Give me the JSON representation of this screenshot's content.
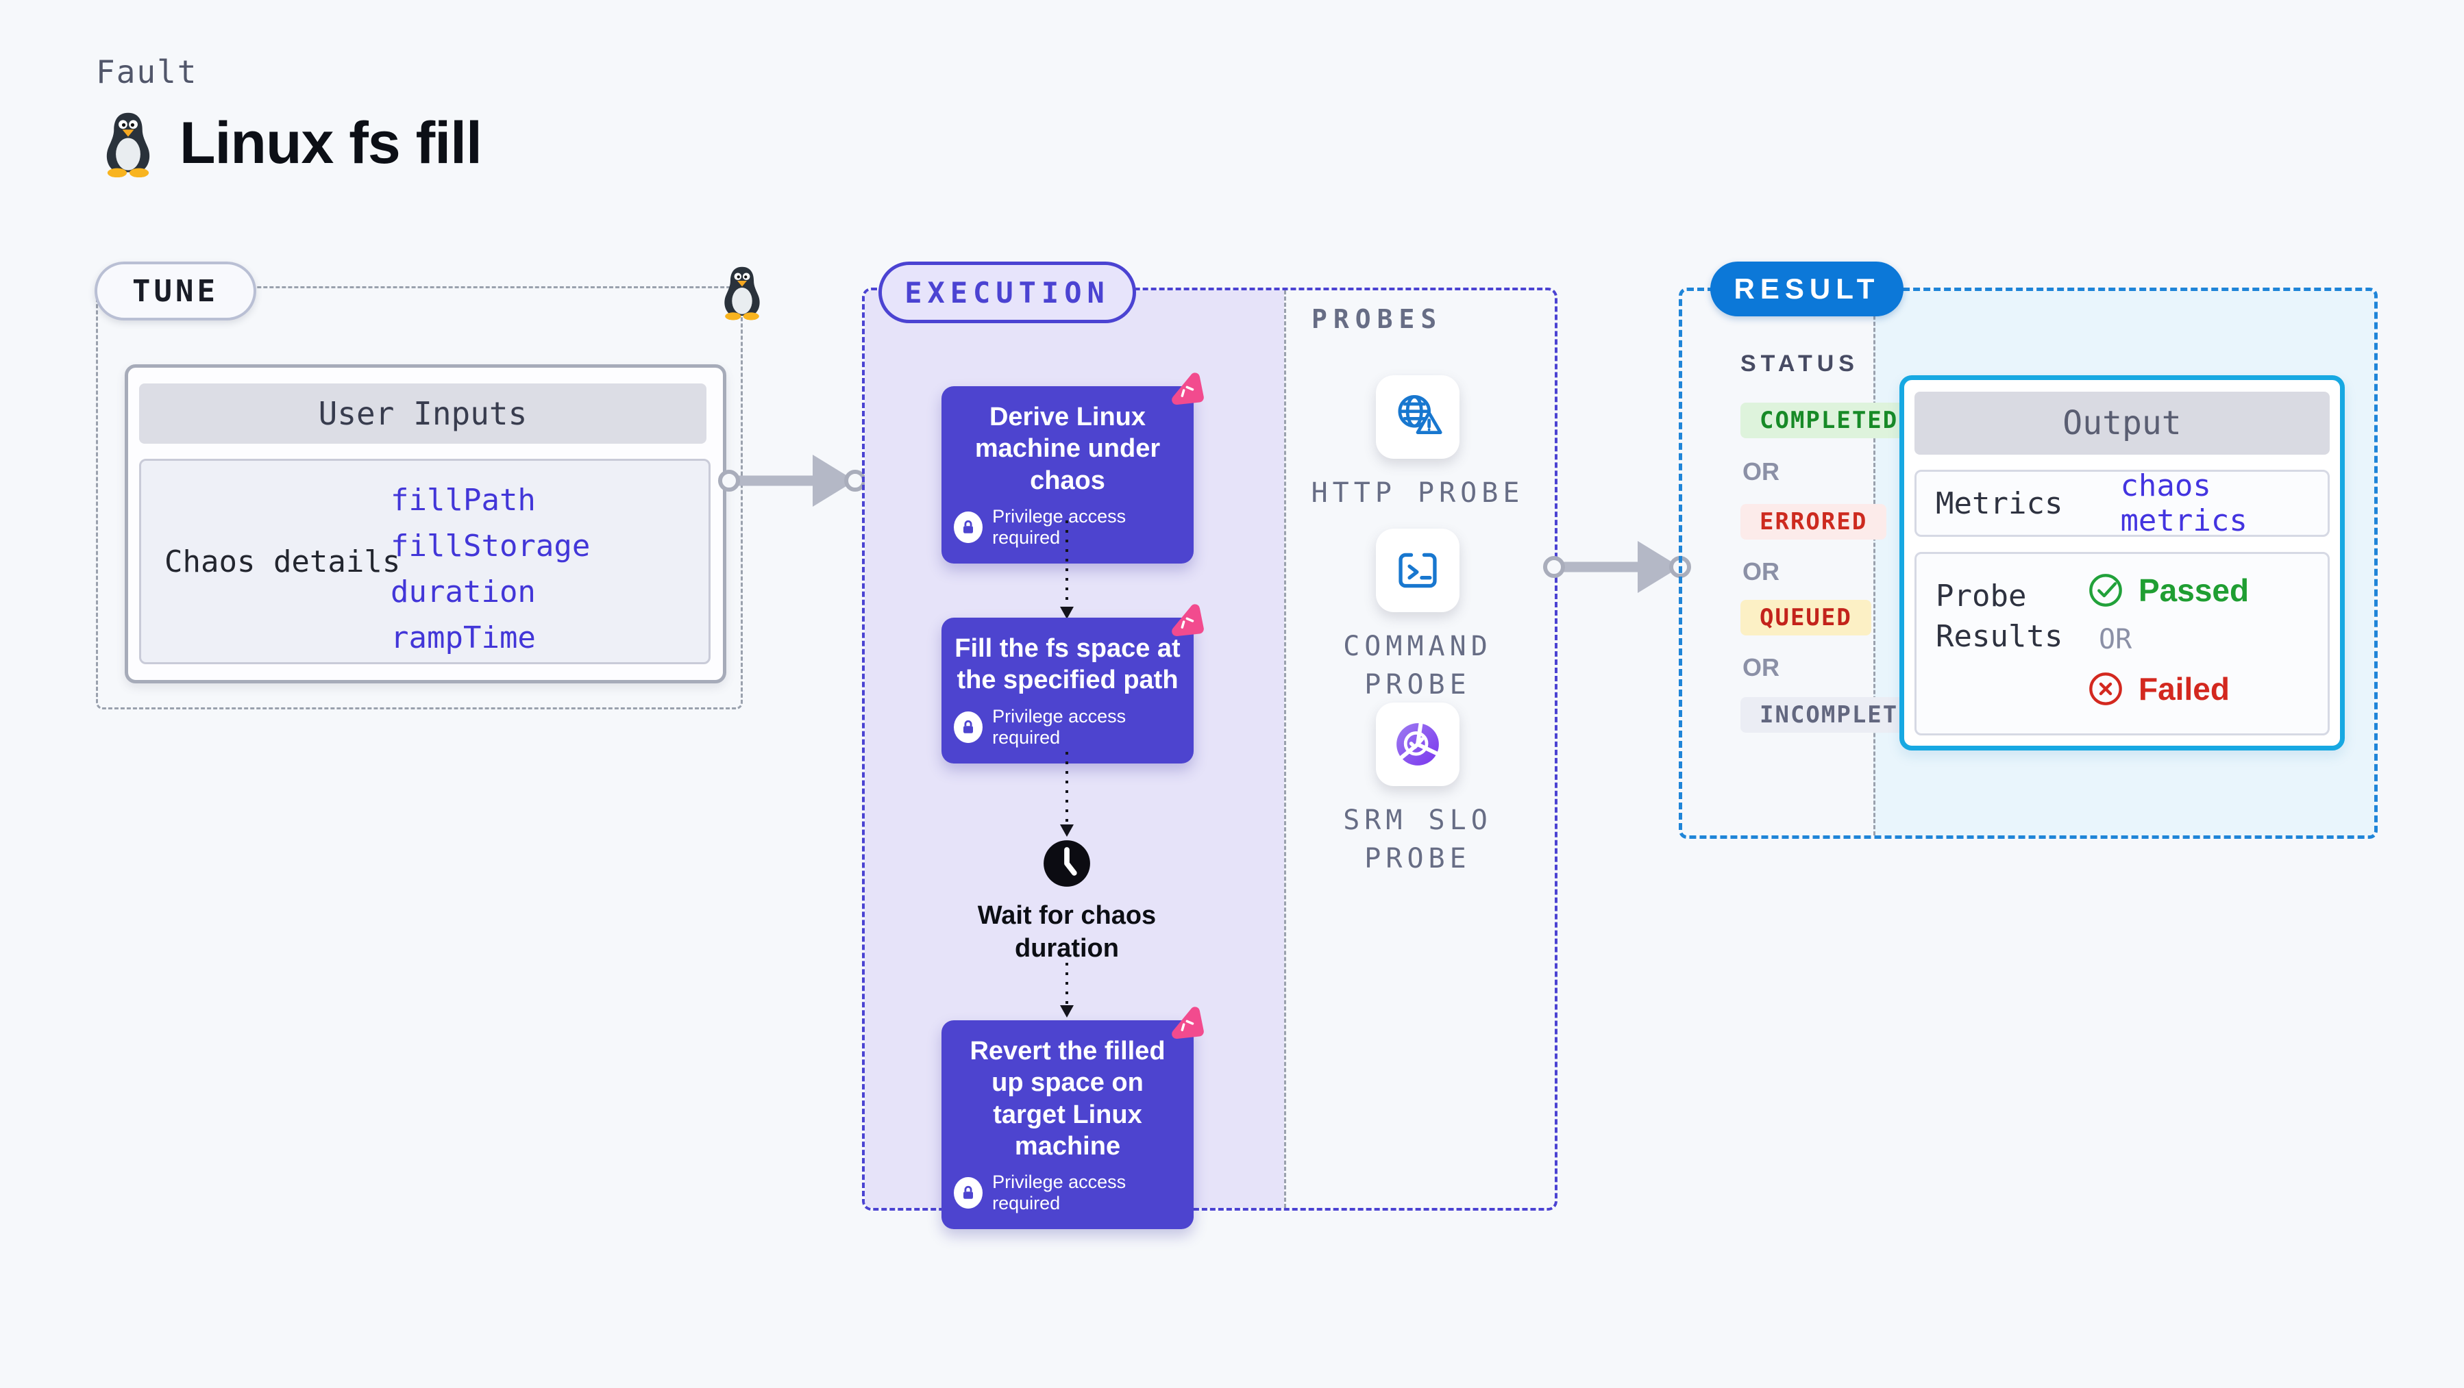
{
  "page": {
    "kicker": "Fault",
    "title": "Linux fs fill"
  },
  "tune": {
    "badge": "TUNE",
    "user_inputs": {
      "title": "User Inputs",
      "row_label": "Chaos details",
      "params": [
        "fillPath",
        "fillStorage",
        "duration",
        "rampTime"
      ]
    }
  },
  "execution": {
    "badge": "EXECUTION",
    "steps": [
      {
        "title": "Derive Linux machine under chaos",
        "note": "Privilege access required"
      },
      {
        "title": "Fill the fs space at the specified path",
        "note": "Privilege access required"
      },
      {
        "title": "Wait for chaos duration"
      },
      {
        "title": "Revert the filled up space on target Linux machine",
        "note": "Privilege access required"
      }
    ]
  },
  "probes": {
    "label": "PROBES",
    "items": [
      {
        "label": "HTTP PROBE",
        "icon": "globe-warning-icon"
      },
      {
        "label": "COMMAND PROBE",
        "icon": "terminal-icon"
      },
      {
        "label": "SRM SLO PROBE",
        "icon": "slo-donut-check-icon"
      }
    ]
  },
  "result": {
    "badge": "RESULT",
    "status": {
      "label": "STATUS",
      "or_label": "OR",
      "badges": [
        {
          "text": "COMPLETED",
          "type": "green"
        },
        {
          "text": "ERRORED",
          "type": "red"
        },
        {
          "text": "QUEUED",
          "type": "yellow"
        },
        {
          "text": "INCOMPLETED",
          "type": "grey"
        }
      ]
    },
    "output": {
      "title": "Output",
      "metrics_label": "Metrics",
      "metrics_value": "chaos metrics",
      "probe_results_label": "Probe Results",
      "passed": "Passed",
      "or_label": "OR",
      "failed": "Failed"
    }
  },
  "colors": {
    "accent_indigo": "#4d44cf",
    "accent_pink": "#f24b8e",
    "result_blue": "#0c78d8",
    "output_border_blue": "#17a8e2",
    "passed_green": "#1f9e32",
    "failed_red": "#d3281f",
    "queued_yellow_bg": "#fcf0c5",
    "panel_lavender": "#e6e3f9",
    "panel_lightblue": "#e9f5fc"
  }
}
